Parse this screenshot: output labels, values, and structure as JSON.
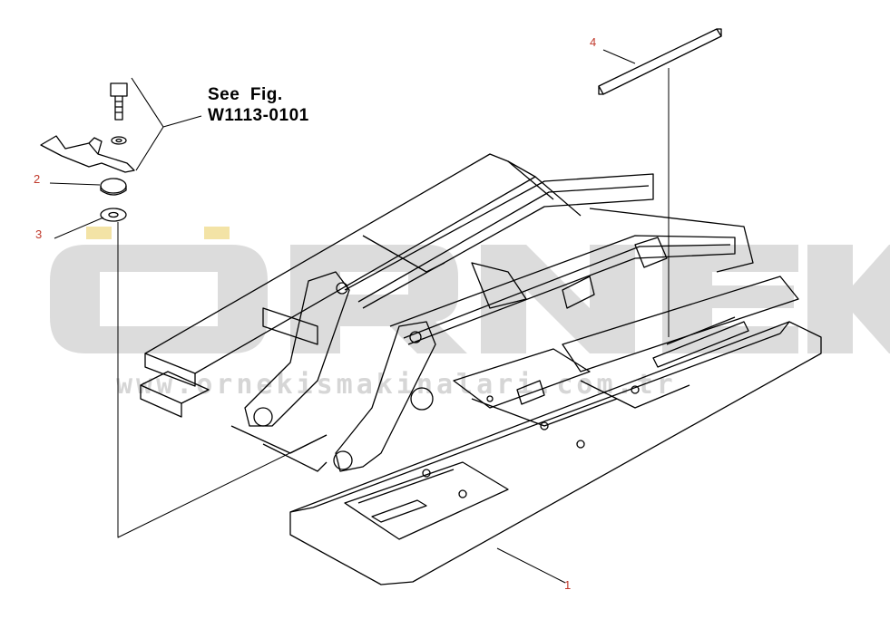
{
  "reference": {
    "line1": "See  Fig.",
    "line2": "W1113-0101"
  },
  "callouts": {
    "c1": "1",
    "c2": "2",
    "c3": "3",
    "c4": "4"
  },
  "watermark": {
    "brand": "ÖRNEK",
    "url": "www.ornekismakinalari.com.tr"
  },
  "colors": {
    "line": "#000000",
    "callout": "#c0392b",
    "watermark": "#d6d6d6",
    "watermark_accent": "#f3e3a6"
  }
}
